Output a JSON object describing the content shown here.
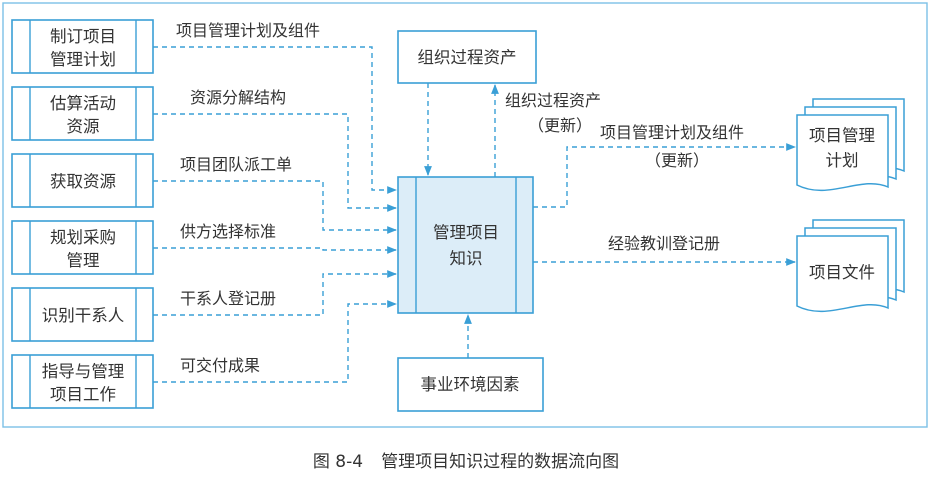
{
  "inputs": [
    {
      "process": [
        "制订项目",
        "管理计划"
      ],
      "flow": "项目管理计划及组件"
    },
    {
      "process": [
        "估算活动",
        "资源"
      ],
      "flow": "资源分解结构"
    },
    {
      "process": [
        "获取资源"
      ],
      "flow": "项目团队派工单"
    },
    {
      "process": [
        "规划采购",
        "管理"
      ],
      "flow": "供方选择标准"
    },
    {
      "process": [
        "识别干系人"
      ],
      "flow": "干系人登记册"
    },
    {
      "process": [
        "指导与管理",
        "项目工作"
      ],
      "flow": "可交付成果"
    }
  ],
  "center": [
    "管理项目",
    "知识"
  ],
  "top_box": "组织过程资产",
  "top_update": [
    "组织过程资产",
    "（更新）"
  ],
  "bottom_box": "事业环境因素",
  "outputs": [
    {
      "flow": [
        "项目管理计划及组件",
        "（更新）"
      ],
      "doc": [
        "项目管理",
        "计划"
      ]
    },
    {
      "flow": [
        "经验教训登记册"
      ],
      "doc": [
        "项目文件"
      ]
    }
  ],
  "caption": {
    "number": "图 8-4",
    "title": "管理项目知识过程的数据流向图"
  },
  "colors": {
    "line": "#3a9fd6",
    "fill": "#dcedf8"
  }
}
